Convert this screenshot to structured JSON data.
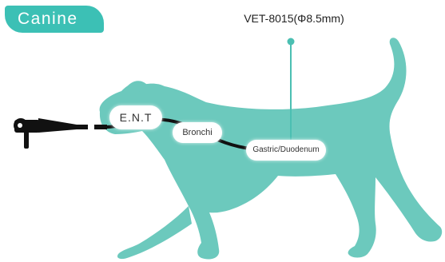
{
  "species_tag": "Canine",
  "model": "VET-8015(Φ8.5mm)",
  "sites": {
    "ent": "E.N.T",
    "bronchi": "Bronchi",
    "gastric": "Gastric/Duodenum"
  },
  "colors": {
    "accent": "#3cc0b5",
    "silhouette": "#6cc9bd",
    "scope": "#111111",
    "pin": "#4bbfb2"
  },
  "icons": {
    "dog": "dog-silhouette-icon",
    "scope_handle": "endoscope-handle-icon",
    "pin": "pin-marker-icon"
  }
}
